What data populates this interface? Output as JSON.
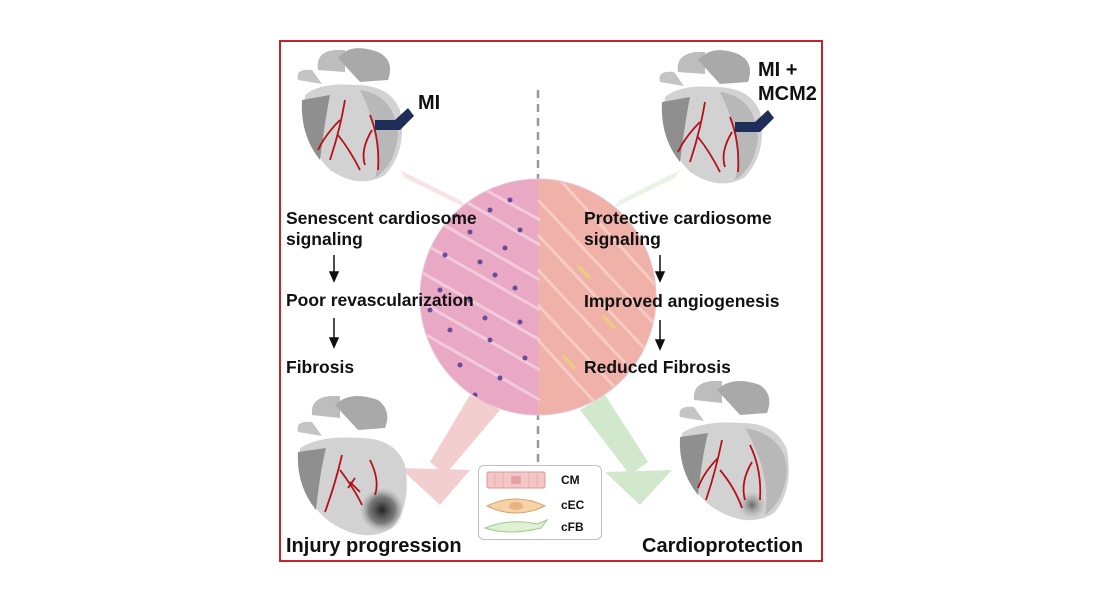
{
  "left": {
    "condition_label": "MI",
    "steps": [
      "Senescent cardiosome signaling",
      "Poor revascularization",
      "Fibrosis"
    ],
    "outcome": "Injury progression"
  },
  "right": {
    "condition_label_line1": "MI +",
    "condition_label_line2": "MCM2",
    "steps": [
      "Protective cardiosome signaling",
      "Improved angiogenesis",
      "Reduced Fibrosis"
    ],
    "outcome": "Cardioprotection"
  },
  "legend": {
    "items": [
      {
        "label": "CM",
        "icon": "cardiomyocyte-icon"
      },
      {
        "label": "cEC",
        "icon": "endothelial-cell-icon"
      },
      {
        "label": "cFB",
        "icon": "fibroblast-icon"
      }
    ]
  },
  "colors": {
    "frame": "#c0252a",
    "artery": "#b3121b",
    "ligature": "#1f2d5a",
    "injury_arrow": "#f2c9c9",
    "protect_arrow": "#cde6c8",
    "tissue_left": "#e8a8c4",
    "tissue_right": "#f0b0a8"
  }
}
